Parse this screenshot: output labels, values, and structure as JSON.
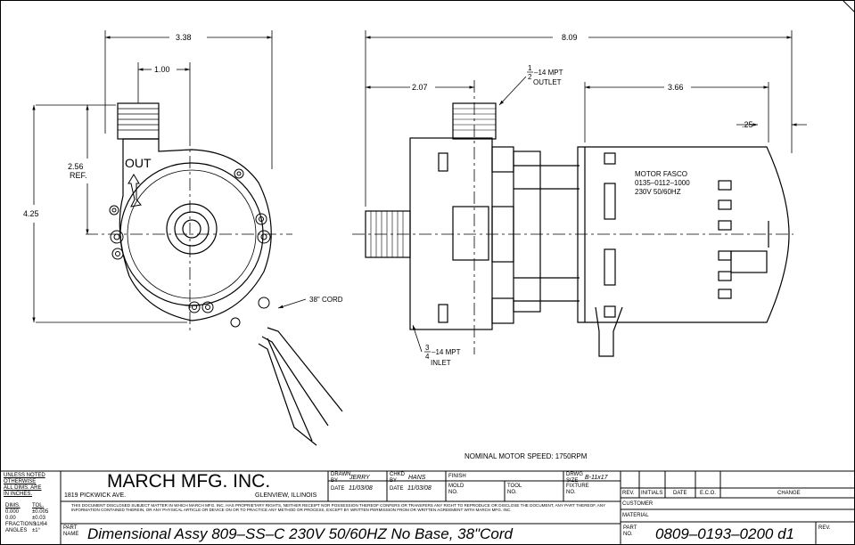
{
  "dimensions": {
    "front_width": "3.38",
    "outlet_offset": "1.00",
    "height_ref": "2.56",
    "height_ref_label": "REF.",
    "overall_height": "4.25",
    "overall_length": "8.09",
    "outlet_position": "2.07",
    "motor_length": "3.66",
    "end_offset": ".25"
  },
  "callouts": {
    "out_label": "OUT",
    "cord": "38\" CORD",
    "outlet_num": "1",
    "outlet_den": "2",
    "outlet_thread": "–14 MPT",
    "outlet_label": "OUTLET",
    "inlet_num": "3",
    "inlet_den": "4",
    "inlet_thread": "–14 MPT",
    "inlet_label": "INLET",
    "motor_line1": "MOTOR FASCO",
    "motor_line2": "0135–0112–1000",
    "motor_line3": "230V 50/60HZ",
    "nominal_speed": "NOMINAL MOTOR SPEED: 1750RPM"
  },
  "title_block": {
    "tolerance_header": [
      "UNLESS NOTED",
      "OTHERWISE",
      "ALL DIMS. ARE",
      "IN INCHES."
    ],
    "tol_dims_label": "DIMS.",
    "tol_tol_label": "TOL.",
    "tol_rows": [
      {
        "dims": "0.000",
        "tol": "±0.005"
      },
      {
        "dims": "0.00",
        "tol": "±0.03"
      },
      {
        "dims": "FRACTIONS",
        "tol": "±1/64"
      },
      {
        "dims": "ANGLES",
        "tol": "±1°"
      }
    ],
    "company": "MARCH MFG. INC.",
    "address": "1819 PICKWICK AVE.",
    "city": "GLENVIEW, ILLINOIS",
    "drawn_label": "DRAWN BY",
    "drawn_by": "JERRY",
    "chkd_label": "CHKD BY",
    "chkd_by": "HANS",
    "finish_label": "FINISH",
    "drwg_label": "DRWG SIZE",
    "drwg_size": "B-11x17",
    "date_label": "DATE",
    "date1": "11/03/08",
    "date2": "11/03/08",
    "mold_label": "MOLD NO.",
    "tool_label": "TOOL NO.",
    "fixture_label": "FIXTURE NO.",
    "disclaimer": "THIS DOCUMENT DISCLOSED SUBJECT MATTER IN WHICH MARCH MFG. INC. HAS PROPRIETARY RIGHTS, NEITHER RECEIPT NOR POSSESSION THEREOF CONFERS OR TRANSFERS ANY RIGHT TO REPRODUCE OR DISCLOSE THE DOCUMENT, ANY PART THEREOF, ANY INFORMATION CONTAINED THEREIN, OR ANY PHYSICAL ARTICLE OR DEVICE ON OR TO PRACTICE ANY METHOD OR PROCESS, EXCEPT BY WRITTEN PERMISSION FROM OR WRITTEN AGREEMENT WITH MARCH MFG. INC.",
    "part_name_label": "PART NAME",
    "part_name": "Dimensional Assy 809–SS–C 230V 50/60HZ No Base, 38\"Cord",
    "rev_headers": [
      "REV.",
      "INITIALS",
      "DATE",
      "E.C.O.",
      "CHANGE"
    ],
    "customer_label": "CUSTOMER",
    "material_label": "MATERIAL",
    "part_no_label": "PART NO.",
    "part_no": "0809–0193–0200 d1",
    "rev_label": "REV."
  }
}
